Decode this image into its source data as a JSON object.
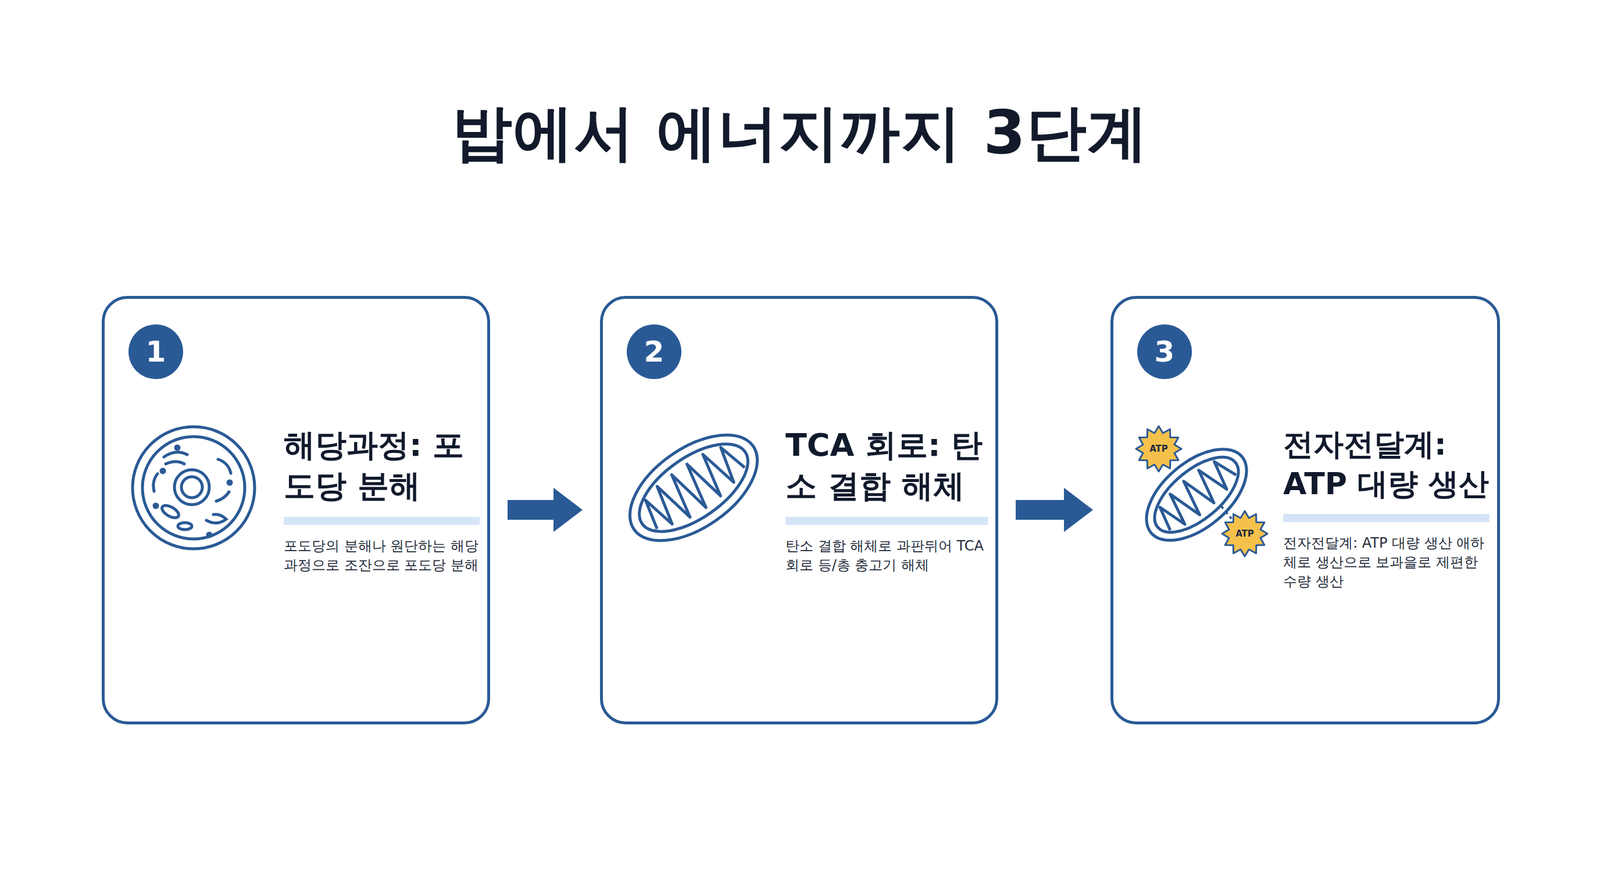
{
  "diagram": {
    "title": "밥에서 에너지까지 3단계",
    "nodes": [
      {
        "text": [
          "해당과정: 포도당 분해",
          "포도당의 분해나 원단하는 해당과정으로 조잔으로 포도당 분해"
        ]
      },
      {
        "text": [
          "1"
        ],
        "in": 0
      },
      {
        "text": [
          "TCA 회로: 탄소 결합 해체",
          "탄소 결합 해체로 과판뒤어 TCA 회로 등/총 충고기 해체"
        ]
      },
      {
        "text": [
          "2"
        ],
        "in": 2
      },
      {
        "text": [
          "전자전달계: ATP 대량 생산",
          "전자전달계: ATP 대량 생산 애하체로 생산으로 보과을로 제편한 수량 생산"
        ]
      },
      {
        "text": [
          "3"
        ],
        "in": 4
      },
      {
        "text": [
          "ATP"
        ],
        "in": 4
      },
      {
        "text": [
          "ATP"
        ],
        "in": 4
      }
    ],
    "edges": [
      {
        "from": 0,
        "to": 2,
        "arrow": "to"
      },
      {
        "from": 2,
        "to": 4,
        "arrow": "to"
      }
    ]
  }
}
